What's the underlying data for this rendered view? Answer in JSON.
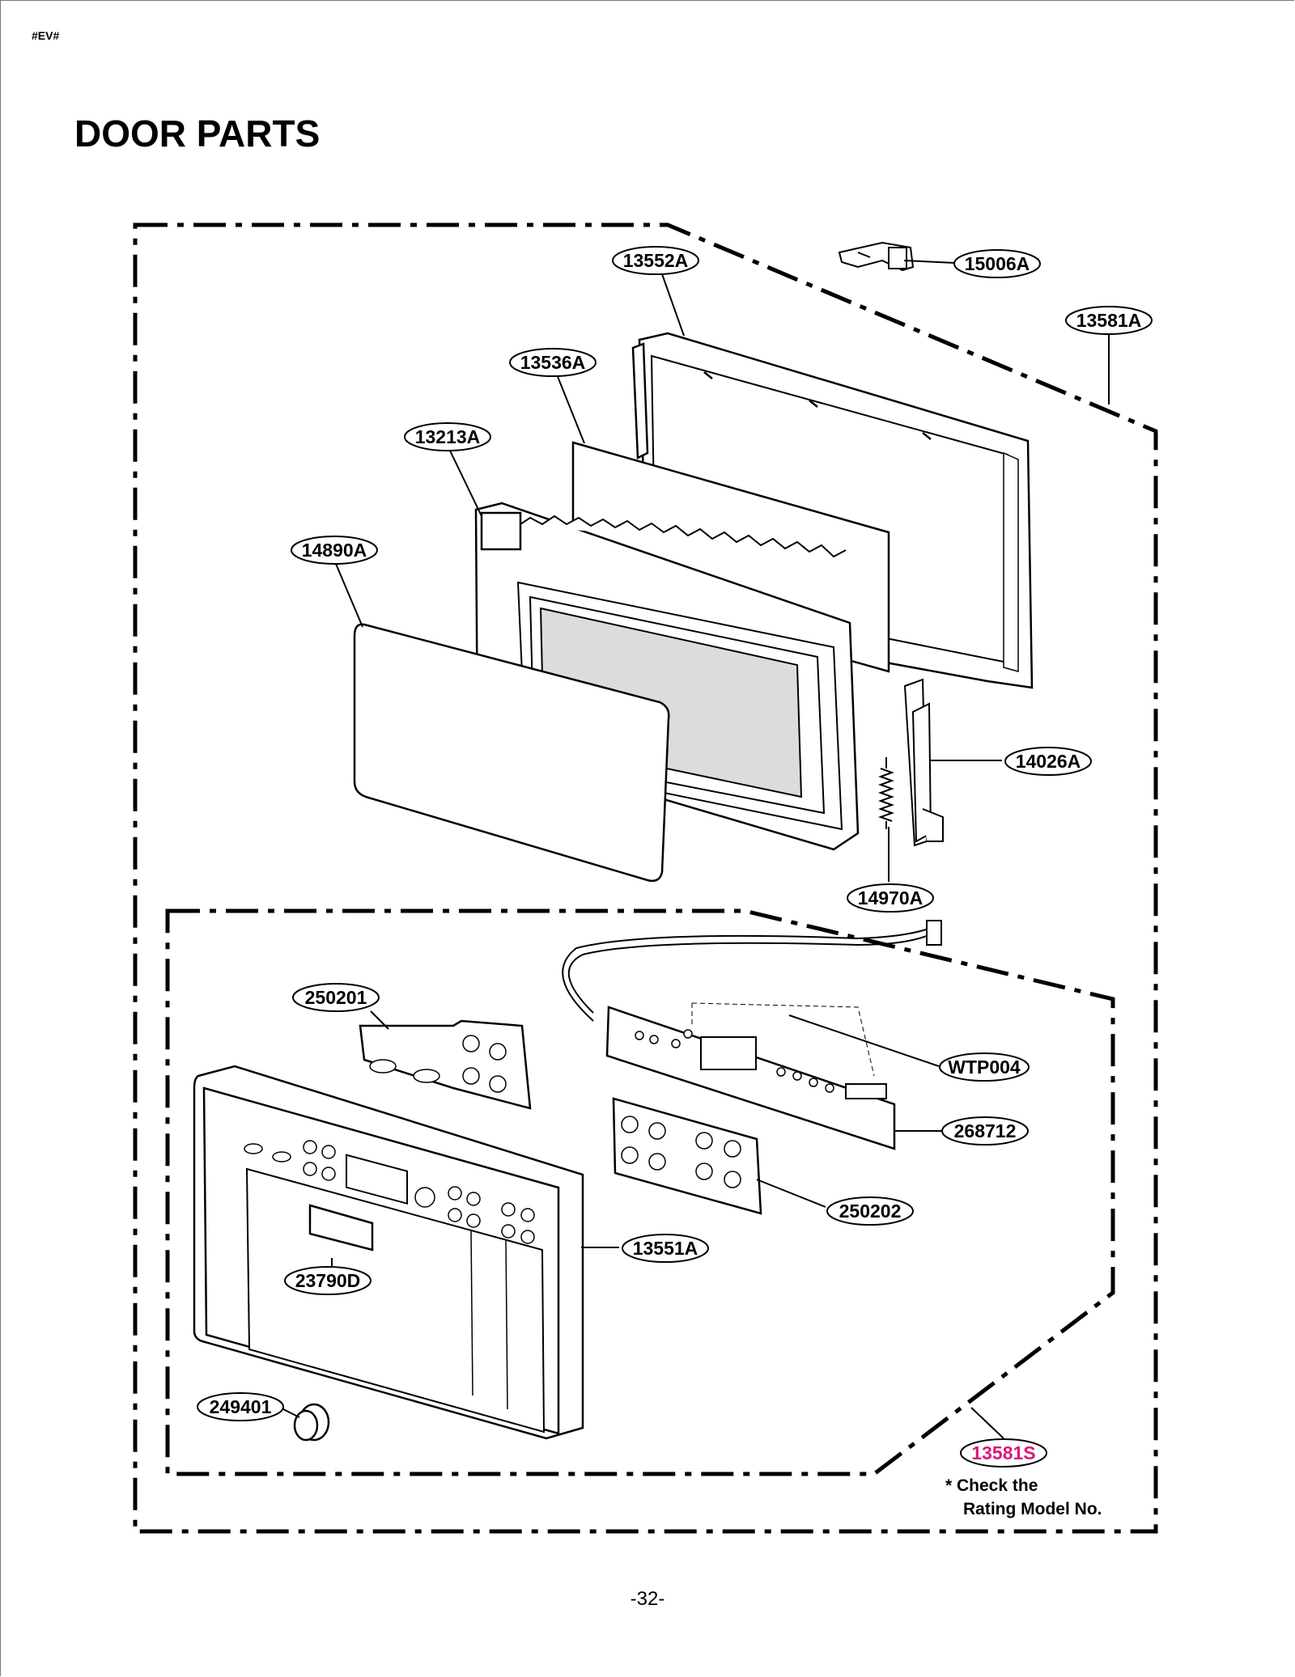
{
  "header": {
    "code": "#EV#"
  },
  "page": {
    "title": "DOOR PARTS",
    "number": "-32-"
  },
  "callouts": {
    "p13552A": "13552A",
    "p15006A": "15006A",
    "p13581A": "13581A",
    "p13536A": "13536A",
    "p13213A": "13213A",
    "p14890A": "14890A",
    "p14026A": "14026A",
    "p14970A": "14970A",
    "p250201": "250201",
    "pWTP004": "WTP004",
    "p268712": "268712",
    "p250202": "250202",
    "p13551A": "13551A",
    "p23790D": "23790D",
    "p249401": "249401",
    "p13581S": "13581S"
  },
  "note": {
    "line1": "* Check the",
    "line2": "Rating Model No."
  },
  "colors": {
    "highlight": "#d9187c",
    "ink": "#000000"
  }
}
